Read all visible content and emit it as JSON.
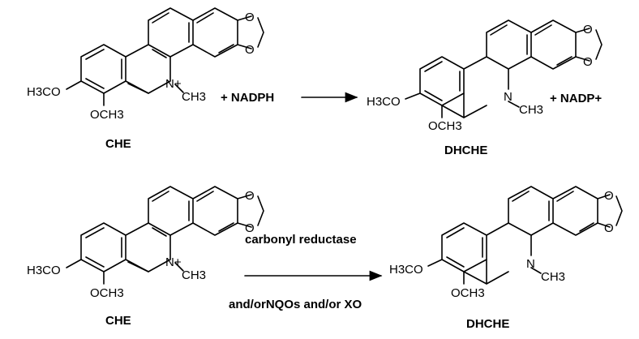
{
  "reactions": [
    {
      "reactant": {
        "name": "CHE",
        "methoxy_upper": "H3CO",
        "methoxy_lower": "OCH3",
        "n_plus": "N+",
        "n_methyl": "CH3"
      },
      "plus1": "+ NADPH",
      "product": {
        "name": "DHCHE",
        "methoxy_upper": "H3CO",
        "methoxy_lower": "OCH3",
        "n": "N",
        "n_methyl": "CH3"
      },
      "plus2": "+ NADP+"
    },
    {
      "reactant": {
        "name": "CHE",
        "methoxy_upper": "H3CO",
        "methoxy_lower": "OCH3",
        "n_plus": "N+",
        "n_methyl": "CH3"
      },
      "enzyme_top": "carbonyl reductase",
      "enzyme_bottom": "and/orNQOs and/or XO",
      "product": {
        "name": "DHCHE",
        "methoxy_upper": "H3CO",
        "methoxy_lower": "OCH3",
        "n": "N",
        "n_methyl": "CH3"
      }
    }
  ],
  "colors": {
    "ink": "#000000",
    "background": "#ffffff"
  }
}
